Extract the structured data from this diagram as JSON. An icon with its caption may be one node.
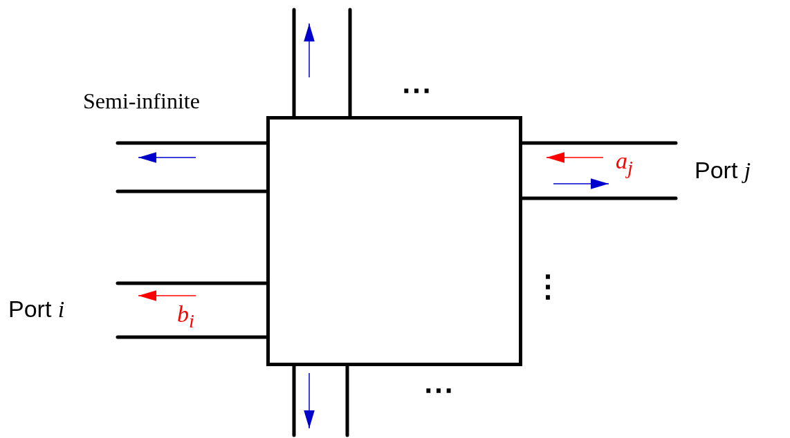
{
  "diagram": {
    "nodes": [
      {
        "text": [],
        "shape": "box"
      }
    ],
    "labels": [
      "Semi-infinite",
      "⋯",
      "a$_{j}$",
      "Port *j*",
      "⋮",
      "Port *i*",
      "b$_{i}$",
      "⋯"
    ]
  }
}
